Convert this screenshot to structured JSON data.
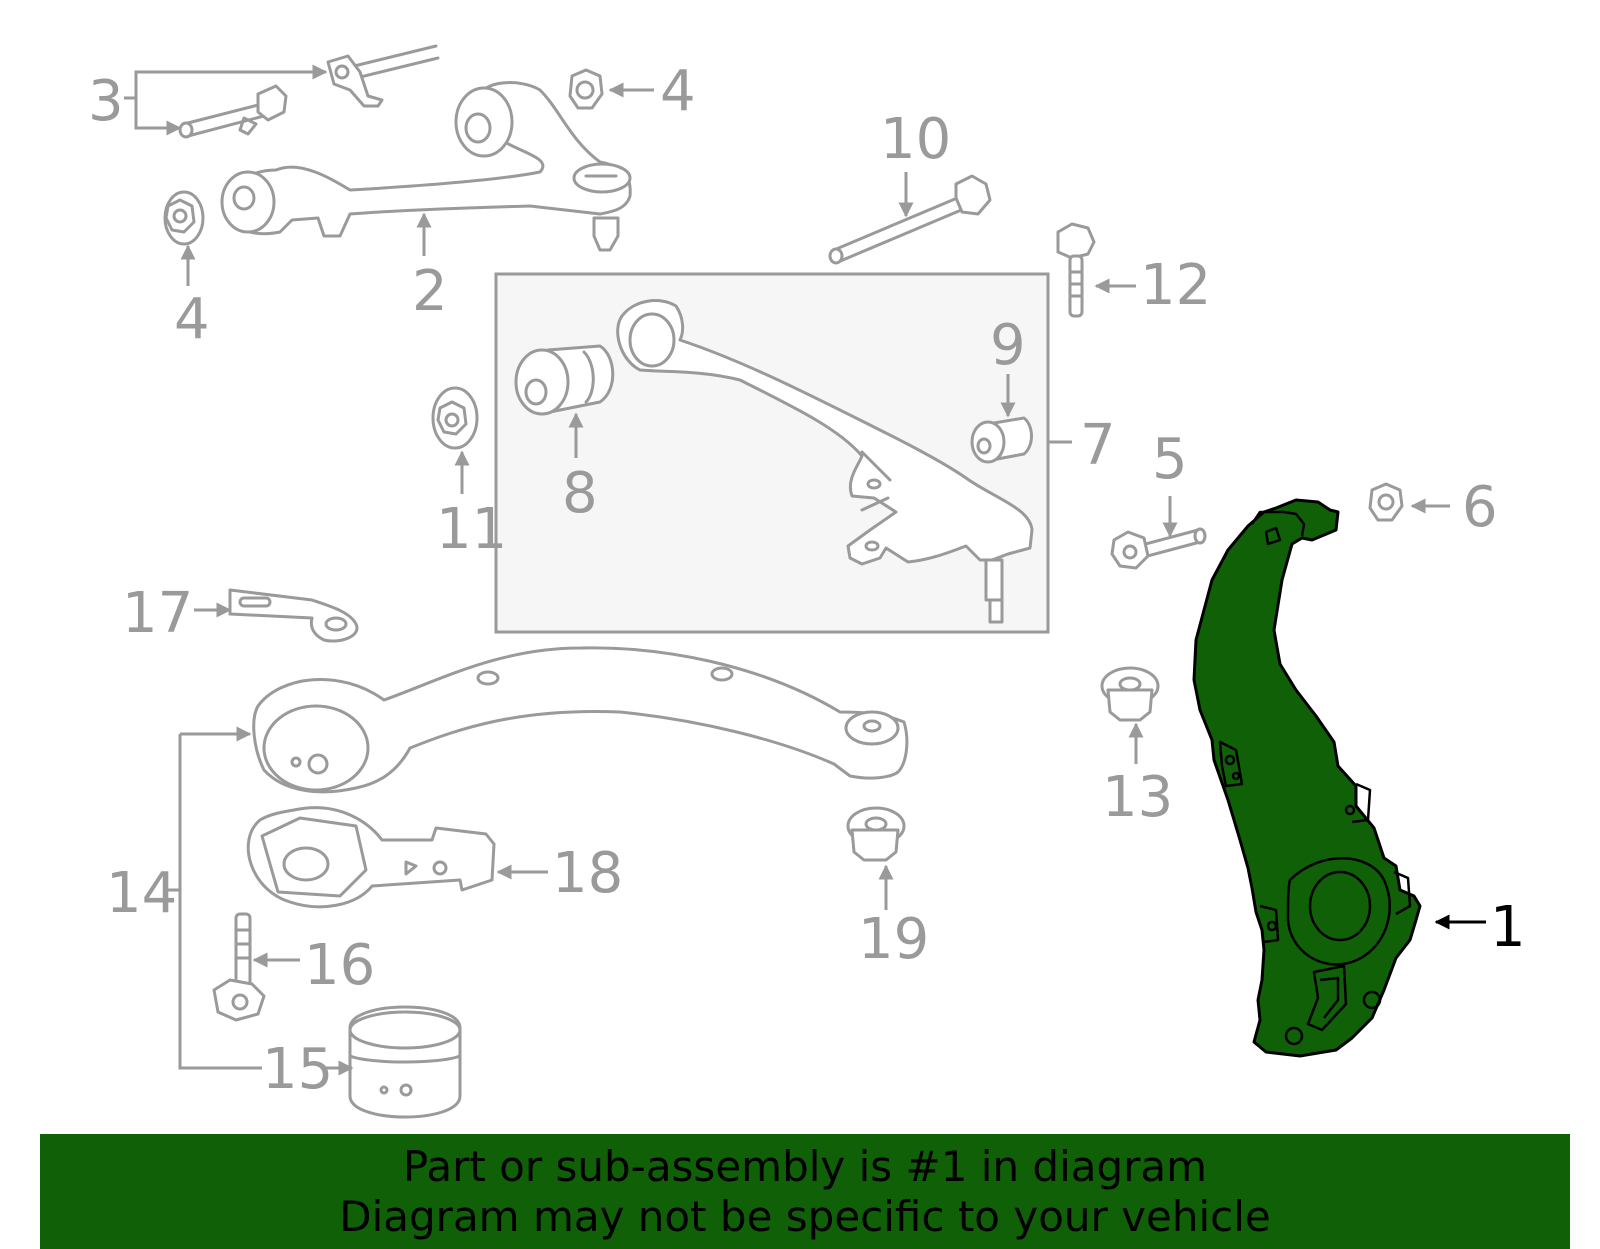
{
  "diagram": {
    "highlighted_part": "1",
    "colors": {
      "highlight": "#106008",
      "parts": "#9a9a9a",
      "box_fill": "#f6f6f6"
    },
    "callouts": [
      {
        "id": "c1",
        "label": "1"
      },
      {
        "id": "c2",
        "label": "2"
      },
      {
        "id": "c3",
        "label": "3"
      },
      {
        "id": "c4a",
        "label": "4"
      },
      {
        "id": "c4b",
        "label": "4"
      },
      {
        "id": "c5",
        "label": "5"
      },
      {
        "id": "c6",
        "label": "6"
      },
      {
        "id": "c7",
        "label": "7"
      },
      {
        "id": "c8",
        "label": "8"
      },
      {
        "id": "c9",
        "label": "9"
      },
      {
        "id": "c10",
        "label": "10"
      },
      {
        "id": "c11",
        "label": "11"
      },
      {
        "id": "c12",
        "label": "12"
      },
      {
        "id": "c13",
        "label": "13"
      },
      {
        "id": "c14",
        "label": "14"
      },
      {
        "id": "c15",
        "label": "15"
      },
      {
        "id": "c16",
        "label": "16"
      },
      {
        "id": "c17",
        "label": "17"
      },
      {
        "id": "c18",
        "label": "18"
      },
      {
        "id": "c19",
        "label": "19"
      }
    ]
  },
  "banner": {
    "line1": "Part or sub-assembly is #1 in diagram",
    "line2": "Diagram may not be specific to your vehicle"
  }
}
